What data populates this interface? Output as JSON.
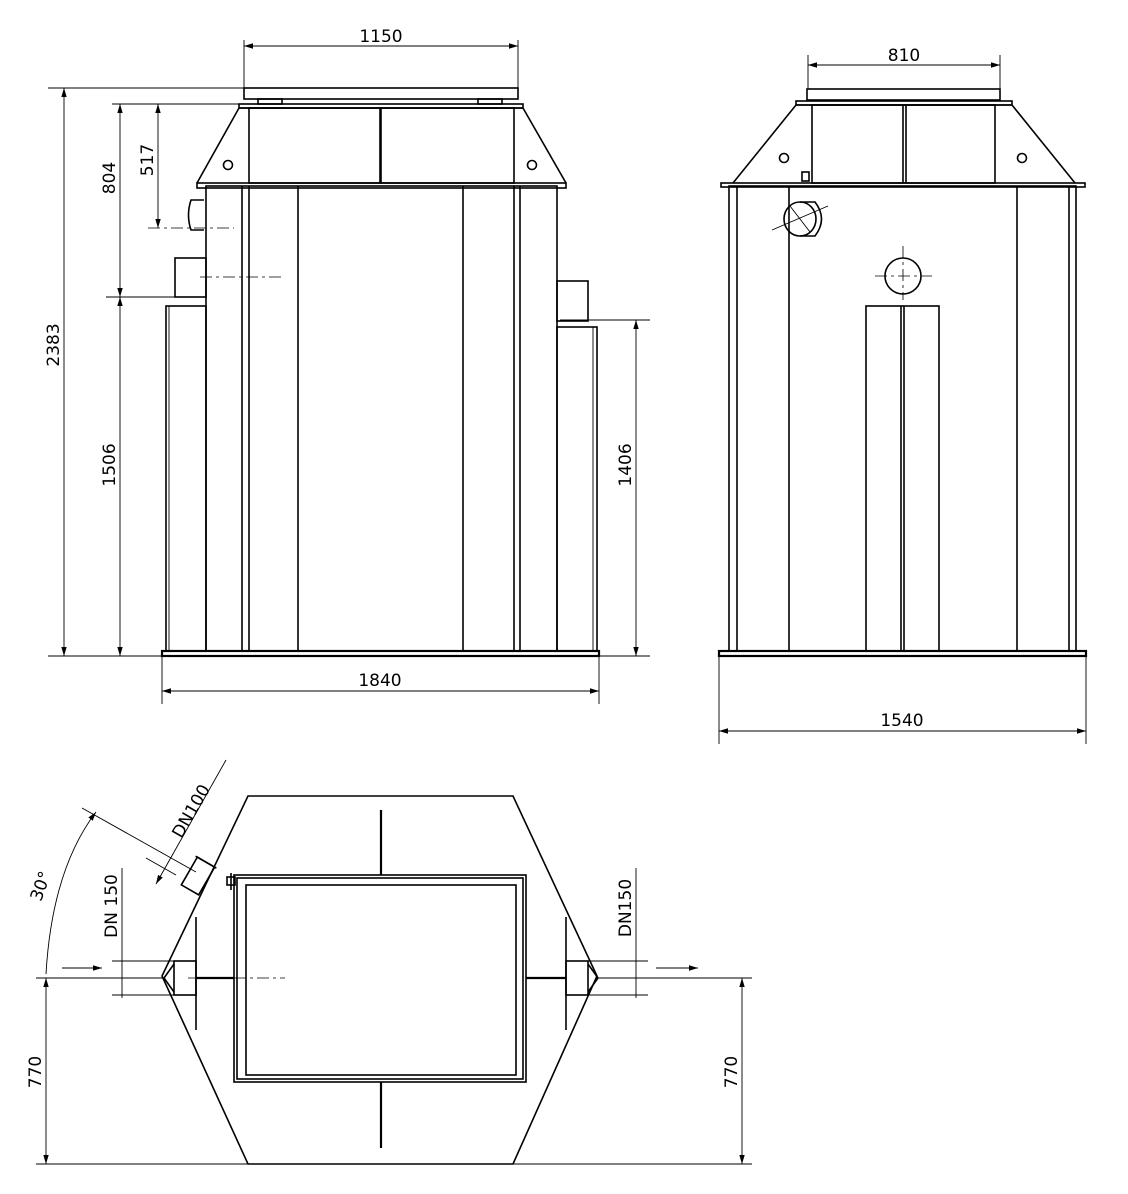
{
  "front_view": {
    "width_top": "1150",
    "height_total": "2383",
    "height_804": "804",
    "height_517": "517",
    "height_1506": "1506",
    "height_1406": "1406",
    "width_base": "1840"
  },
  "side_view": {
    "width_top": "810",
    "width_base": "1540"
  },
  "plan_view": {
    "inlet_dn100": "DN100",
    "angle": "30°",
    "inlet_dn150_left": "DN 150",
    "outlet_dn150_right": "DN150",
    "offset_left": "770",
    "offset_right": "770"
  }
}
